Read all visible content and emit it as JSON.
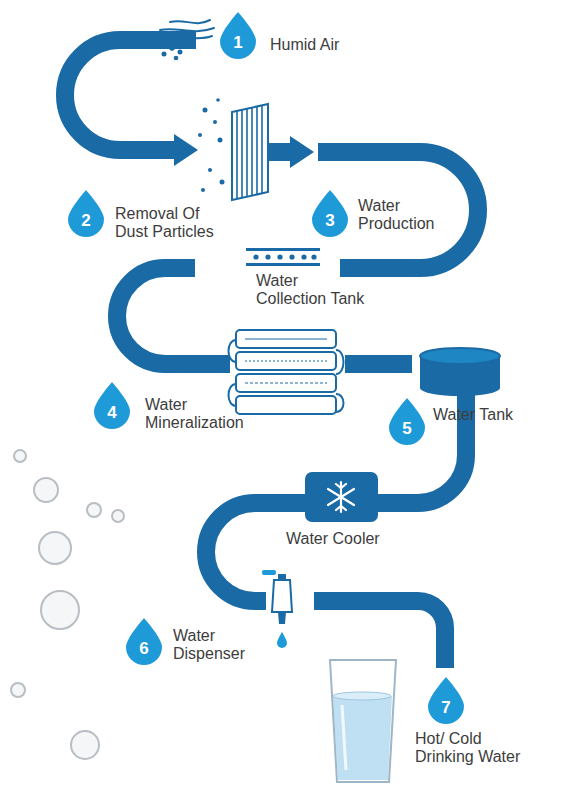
{
  "diagram": {
    "nodes": [
      {
        "text": [
          "1",
          "Humid Air"
        ]
      },
      {
        "text": [
          "2",
          "Removal Of Dust Particles"
        ]
      },
      {
        "text": [
          "3",
          "Water Production"
        ]
      },
      {
        "text": [
          "4",
          "Water Mineralization"
        ]
      },
      {
        "text": [
          "5",
          "Water Tank"
        ]
      },
      {
        "text": [
          "6",
          "Water Dispenser"
        ]
      },
      {
        "text": [
          "7",
          "Hot/ Cold Drinking Water"
        ]
      }
    ],
    "labels": [
      "Water Collection Tank",
      "Water Cooler"
    ]
  }
}
